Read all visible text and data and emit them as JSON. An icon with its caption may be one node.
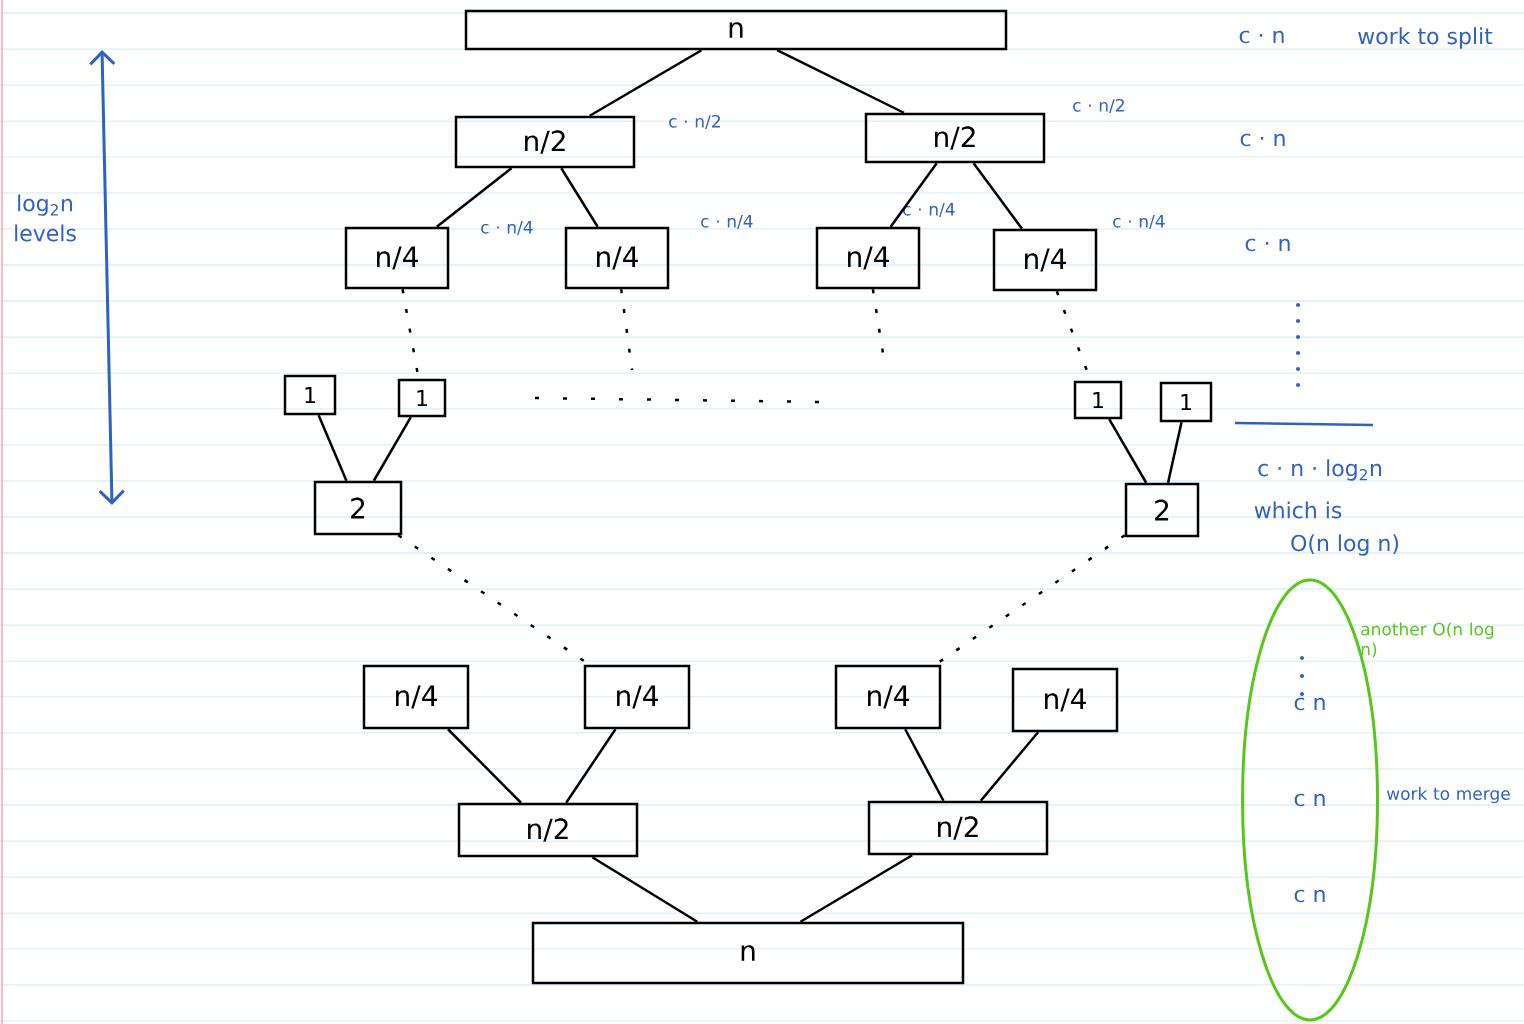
{
  "diagram": {
    "nodes": [
      {
        "text": [
          "n"
        ]
      },
      {
        "text": [
          "n/2"
        ],
        "beside": [
          "c · n/2"
        ]
      },
      {
        "text": [
          "n/2"
        ],
        "beside": [
          "c · n/2"
        ]
      },
      {
        "text": [
          "n/4"
        ],
        "beside": [
          "c · n/4"
        ]
      },
      {
        "text": [
          "n/4"
        ],
        "beside": [
          "c · n/4"
        ]
      },
      {
        "text": [
          "n/4"
        ],
        "beside": [
          "c · n/4"
        ]
      },
      {
        "text": [
          "n/4"
        ],
        "beside": [
          "c · n/4"
        ]
      },
      {
        "text": [
          "1"
        ]
      },
      {
        "text": [
          "1"
        ]
      },
      {
        "text": [
          "1"
        ]
      },
      {
        "text": [
          "1"
        ]
      },
      {
        "text": [
          "2"
        ]
      },
      {
        "text": [
          "2"
        ]
      },
      {
        "text": [
          "n/4"
        ]
      },
      {
        "text": [
          "n/4"
        ]
      },
      {
        "text": [
          "n/4"
        ]
      },
      {
        "text": [
          "n/4"
        ]
      },
      {
        "text": [
          "n/2"
        ]
      },
      {
        "text": [
          "n/2"
        ]
      },
      {
        "text": [
          "n"
        ]
      },
      {
        "text": [
          "c n",
          "c n",
          "c n"
        ],
        "beside": [
          "another O(n log n)",
          "work to merge"
        ]
      }
    ],
    "edges": [
      {
        "from": 0,
        "to": 1,
        "arrow": "none"
      },
      {
        "from": 0,
        "to": 2,
        "arrow": "none"
      },
      {
        "from": 1,
        "to": 3,
        "arrow": "none"
      },
      {
        "from": 1,
        "to": 4,
        "arrow": "none"
      },
      {
        "from": 2,
        "to": 5,
        "arrow": "none"
      },
      {
        "from": 2,
        "to": 6,
        "arrow": "none"
      },
      {
        "from": 3,
        "to": 8,
        "arrow": "none",
        "style": "dashed"
      },
      {
        "from": 4,
        "to": null,
        "arrow": "none",
        "style": "dashed"
      },
      {
        "from": 5,
        "to": null,
        "arrow": "none",
        "style": "dashed"
      },
      {
        "from": 6,
        "to": 9,
        "arrow": "none",
        "style": "dashed"
      },
      {
        "from": 7,
        "to": 11,
        "arrow": "none"
      },
      {
        "from": 8,
        "to": 11,
        "arrow": "none"
      },
      {
        "from": 9,
        "to": 12,
        "arrow": "none"
      },
      {
        "from": 10,
        "to": 12,
        "arrow": "none"
      },
      {
        "from": 11,
        "to": 14,
        "arrow": "none",
        "style": "dashed"
      },
      {
        "from": 12,
        "to": 15,
        "arrow": "none",
        "style": "dashed"
      },
      {
        "from": 13,
        "to": 17,
        "arrow": "none"
      },
      {
        "from": 14,
        "to": 17,
        "arrow": "none"
      },
      {
        "from": 15,
        "to": 18,
        "arrow": "none"
      },
      {
        "from": 16,
        "to": 18,
        "arrow": "none"
      },
      {
        "from": 17,
        "to": 19,
        "arrow": "none"
      },
      {
        "from": 18,
        "to": 19,
        "arrow": "none"
      }
    ],
    "labels": [
      "c · n",
      "work to split",
      "c · n",
      "log$_{2}$n levels",
      "c · n",
      "c · n · log$_{2}$n",
      "which is",
      "O(n log n)"
    ]
  }
}
